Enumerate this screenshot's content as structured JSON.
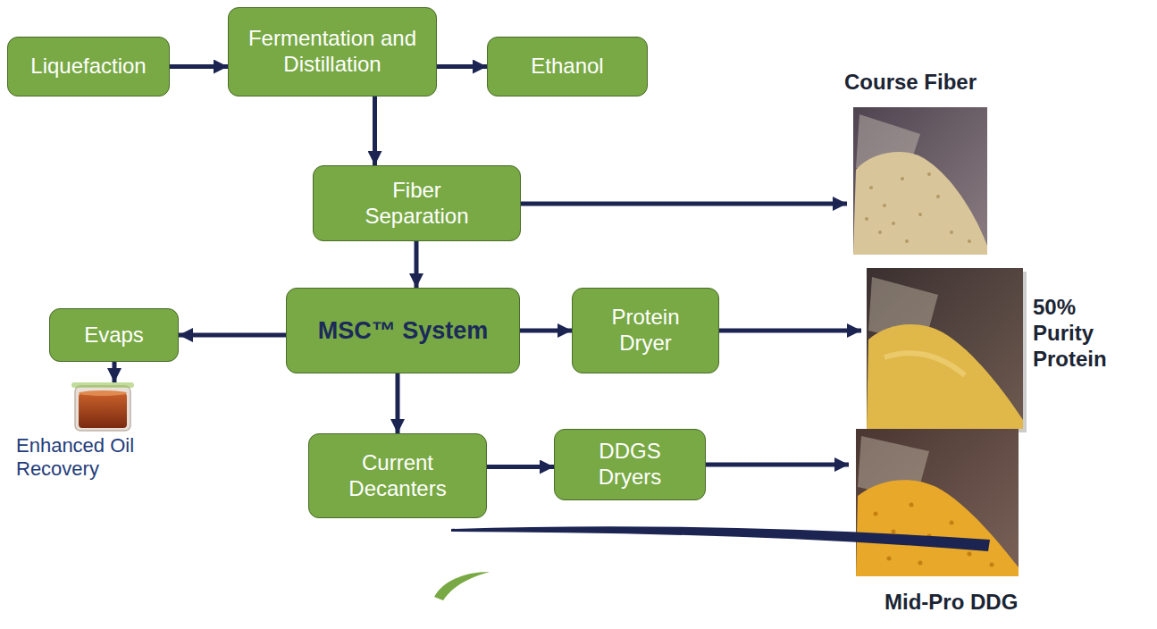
{
  "diagram": {
    "nodes": [
      {
        "text": [
          "Liquefaction"
        ]
      },
      {
        "text": [
          "Fermentation and Distillation"
        ]
      },
      {
        "text": [
          "Ethanol"
        ]
      },
      {
        "text": [
          "Fiber Separation"
        ]
      },
      {
        "text": [
          "Evaps"
        ]
      },
      {
        "text": [
          "MSC™ System"
        ]
      },
      {
        "text": [
          "Protein Dryer"
        ]
      },
      {
        "text": [
          "Current Decanters"
        ]
      },
      {
        "text": [
          "DDGS Dryers"
        ]
      }
    ],
    "edges": [
      {
        "from": 0,
        "to": 1,
        "arrow": "to"
      },
      {
        "from": 1,
        "to": 2,
        "arrow": "to"
      },
      {
        "from": 1,
        "to": 3,
        "arrow": "to"
      },
      {
        "from": 3,
        "to": 5,
        "arrow": "to"
      },
      {
        "from": 5,
        "to": 4,
        "arrow": "to"
      },
      {
        "from": 5,
        "to": 6,
        "arrow": "to"
      },
      {
        "from": 5,
        "to": 7,
        "arrow": "to"
      },
      {
        "from": 7,
        "to": 8,
        "arrow": "to"
      }
    ],
    "labels": [
      "Course Fiber",
      "50% Purity Protein",
      "Enhanced Oil Recovery",
      "Mid-Pro DDG"
    ]
  }
}
